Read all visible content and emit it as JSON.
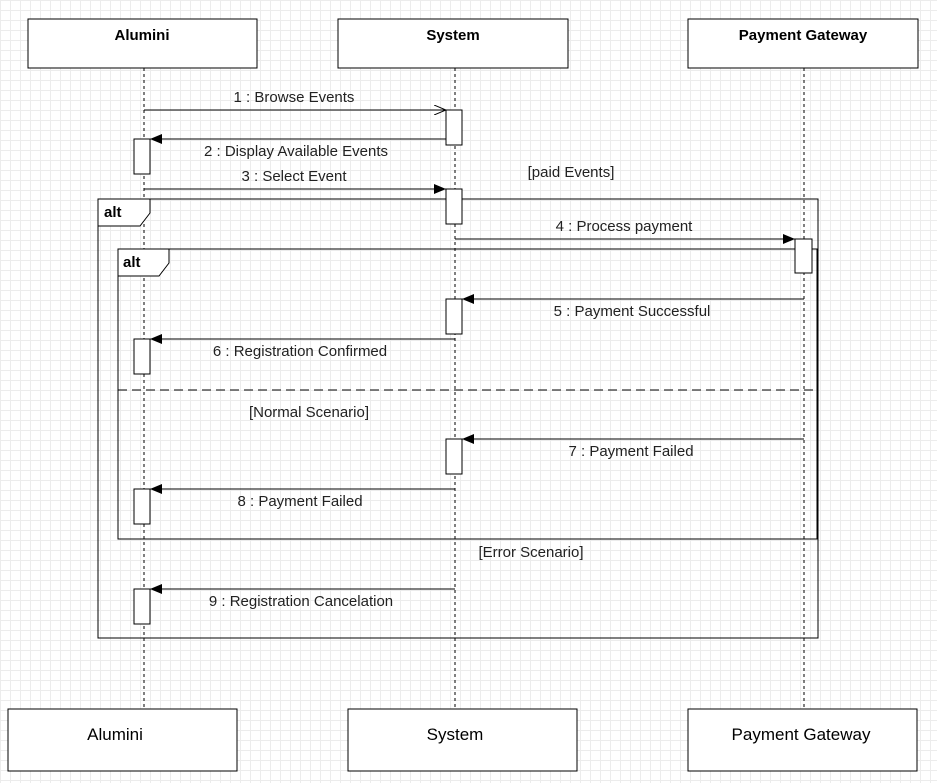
{
  "participants": {
    "alumni": "Alumini",
    "system": "System",
    "gateway": "Payment Gateway"
  },
  "fragments": {
    "outer_operator": "alt",
    "inner_operator": "alt"
  },
  "guards": {
    "paid": "[paid Events]",
    "normal": "[Normal Scenario]",
    "error": "[Error Scenario]"
  },
  "messages": {
    "m1": "1 : Browse Events",
    "m2": "2 : Display Available Events",
    "m3": "3 : Select Event",
    "m4": "4 : Process payment",
    "m5": "5 : Payment Successful",
    "m6": "6 : Registration Confirmed",
    "m7": "7 : Payment Failed",
    "m8": "8 : Payment Failed",
    "m9": "9 : Registration Cancelation"
  }
}
